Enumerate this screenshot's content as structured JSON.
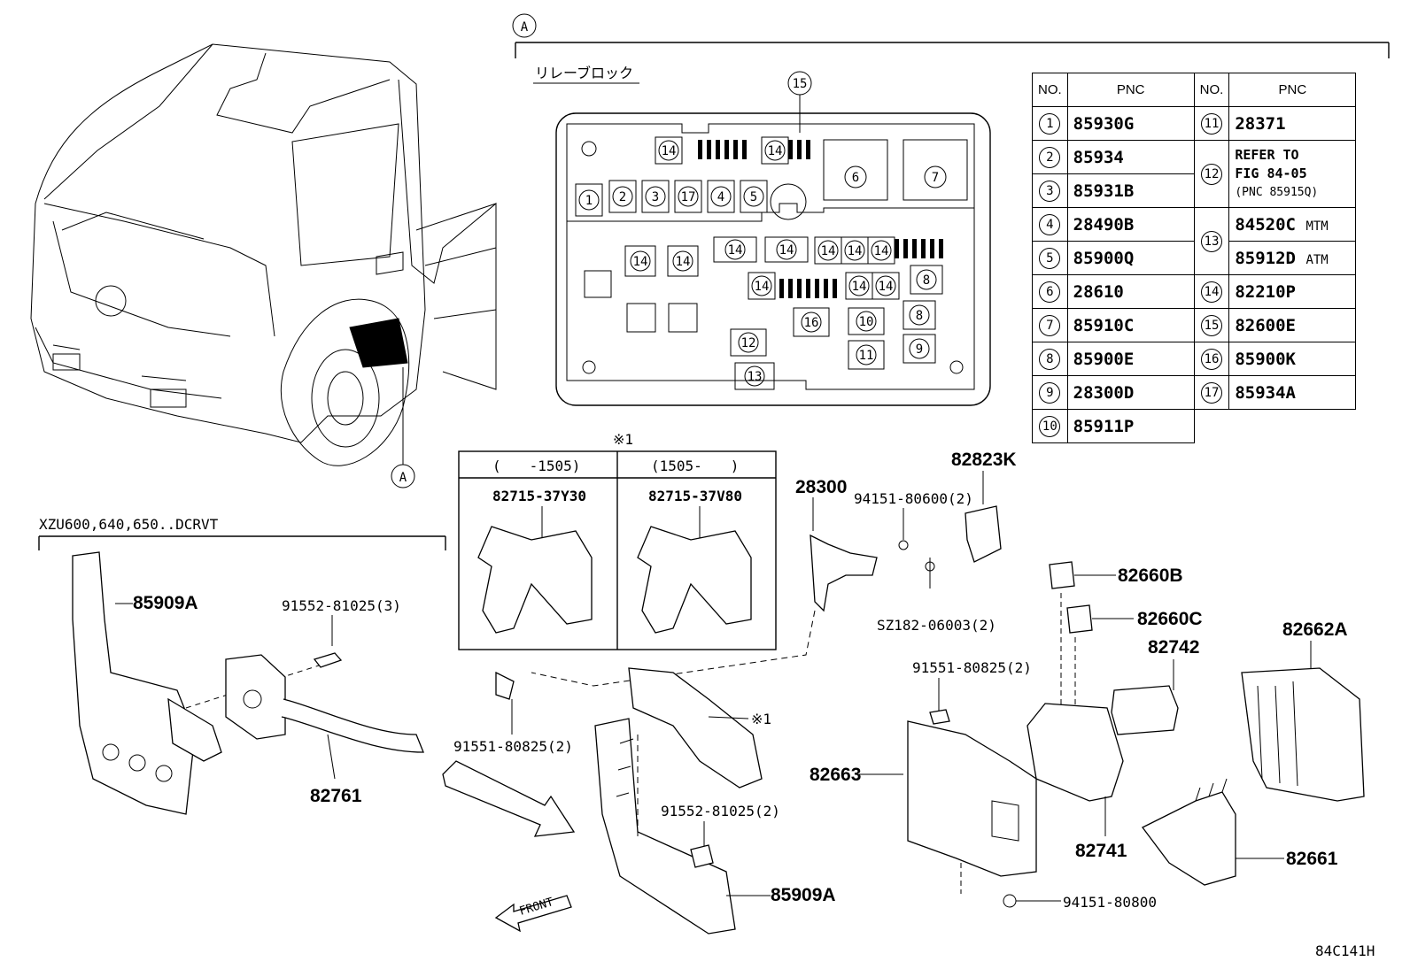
{
  "section_marker": "A",
  "relay_block_label": "リレーブロック",
  "callout_15": "15",
  "relay_items": [
    "1",
    "2",
    "3",
    "17",
    "4",
    "5",
    "6",
    "7",
    "14",
    "8",
    "9",
    "10",
    "11",
    "12",
    "13",
    "16"
  ],
  "table": {
    "headers": [
      "NO.",
      "PNC",
      "NO.",
      "PNC"
    ],
    "left": [
      {
        "no": "1",
        "pnc": "85930G"
      },
      {
        "no": "2",
        "pnc": "85934"
      },
      {
        "no": "3",
        "pnc": "85931B"
      },
      {
        "no": "4",
        "pnc": "28490B"
      },
      {
        "no": "5",
        "pnc": "85900Q"
      },
      {
        "no": "6",
        "pnc": "28610"
      },
      {
        "no": "7",
        "pnc": "85910C"
      },
      {
        "no": "8",
        "pnc": "85900E"
      },
      {
        "no": "9",
        "pnc": "28300D"
      },
      {
        "no": "10",
        "pnc": "85911P"
      }
    ],
    "right": [
      {
        "no": "11",
        "pnc": "28371"
      },
      {
        "no": "12",
        "line1": "REFER TO",
        "line2": "FIG 84-05",
        "line3": "(PNC 85915Q)"
      },
      {
        "no": "13",
        "a_pnc": "84520C",
        "a_note": "MTM",
        "b_pnc": "85912D",
        "b_note": "ATM"
      },
      {
        "no": "14",
        "pnc": "82210P"
      },
      {
        "no": "15",
        "pnc": "82600E"
      },
      {
        "no": "16",
        "pnc": "85900K"
      },
      {
        "no": "17",
        "pnc": "85934A"
      }
    ]
  },
  "variant_box": {
    "mark": "※1",
    "col1_range": "(　　-1505)",
    "col1_part": "82715-37Y30",
    "col2_range": "(1505-　　)",
    "col2_part": "82715-37V80"
  },
  "model_note": "XZU600,640,650..DCRVT",
  "labels": {
    "p85909A_top": "85909A",
    "p91552_3": "91552-81025(3)",
    "p82761": "82761",
    "p28300": "28300",
    "p94151_80600": "94151-80600(2)",
    "p82823K": "82823K",
    "pSZ182": "SZ182-06003(2)",
    "p82660B": "82660B",
    "p82660C": "82660C",
    "p82742": "82742",
    "p82662A": "82662A",
    "p91551_left": "91551-80825(2)",
    "p91551_right": "91551-80825(2)",
    "mark_1": "※1",
    "p91552_2": "91552-81025(2)",
    "p85909A_bottom": "85909A",
    "p82663": "82663",
    "p82741": "82741",
    "p82661": "82661",
    "p94151_80800": "94151-80800",
    "front": "FRONT",
    "callout_A": "A"
  },
  "figure_code": "84C141H"
}
